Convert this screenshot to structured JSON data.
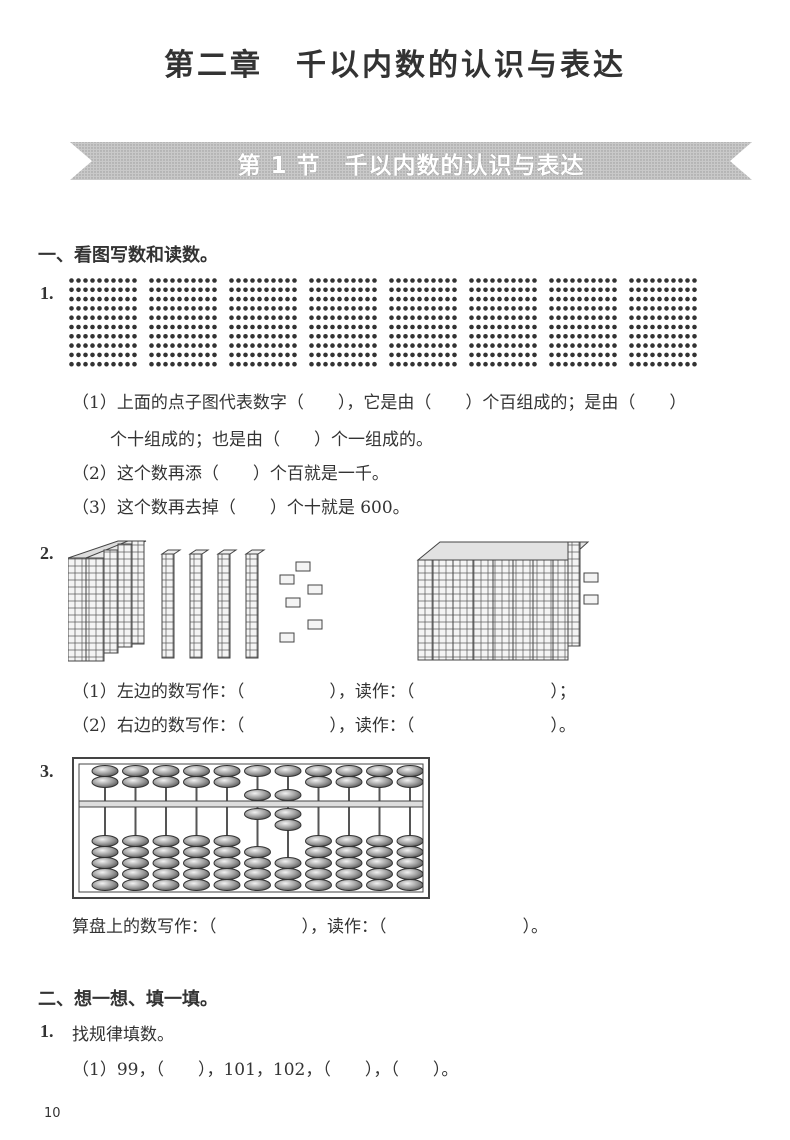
{
  "chapter_title": "第二章　千以内数的认识与表达",
  "section_banner": "第 1 节　千以内数的认识与表达",
  "part1": {
    "heading": "一、看图写数和读数。",
    "q1": {
      "number": "1.",
      "lines": [
        "（1）上面的点子图代表数字（　　），它是由（　　）个百组成的；是由（　　）",
        "个十组成的；也是由（　　）个一组成的。",
        "（2）这个数再添（　　）个百就是一千。",
        "（3）这个数再去掉（　　）个十就是 600。"
      ]
    },
    "q2": {
      "number": "2.",
      "lines": [
        "（1）左边的数写作：（　　　　　），读作：（　　　　　　　　）；",
        "（2）右边的数写作：（　　　　　），读作：（　　　　　　　　）。"
      ]
    },
    "q3": {
      "number": "3.",
      "line": "算盘上的数写作：（　　　　　），读作：（　　　　　　　　）。"
    }
  },
  "part2": {
    "heading": "二、想一想、填一填。",
    "q1": {
      "number": "1.",
      "title": "找规律填数。",
      "line": "（1）99，（　　），101，102，（　　），（　　）。"
    }
  },
  "page_number": "10"
}
